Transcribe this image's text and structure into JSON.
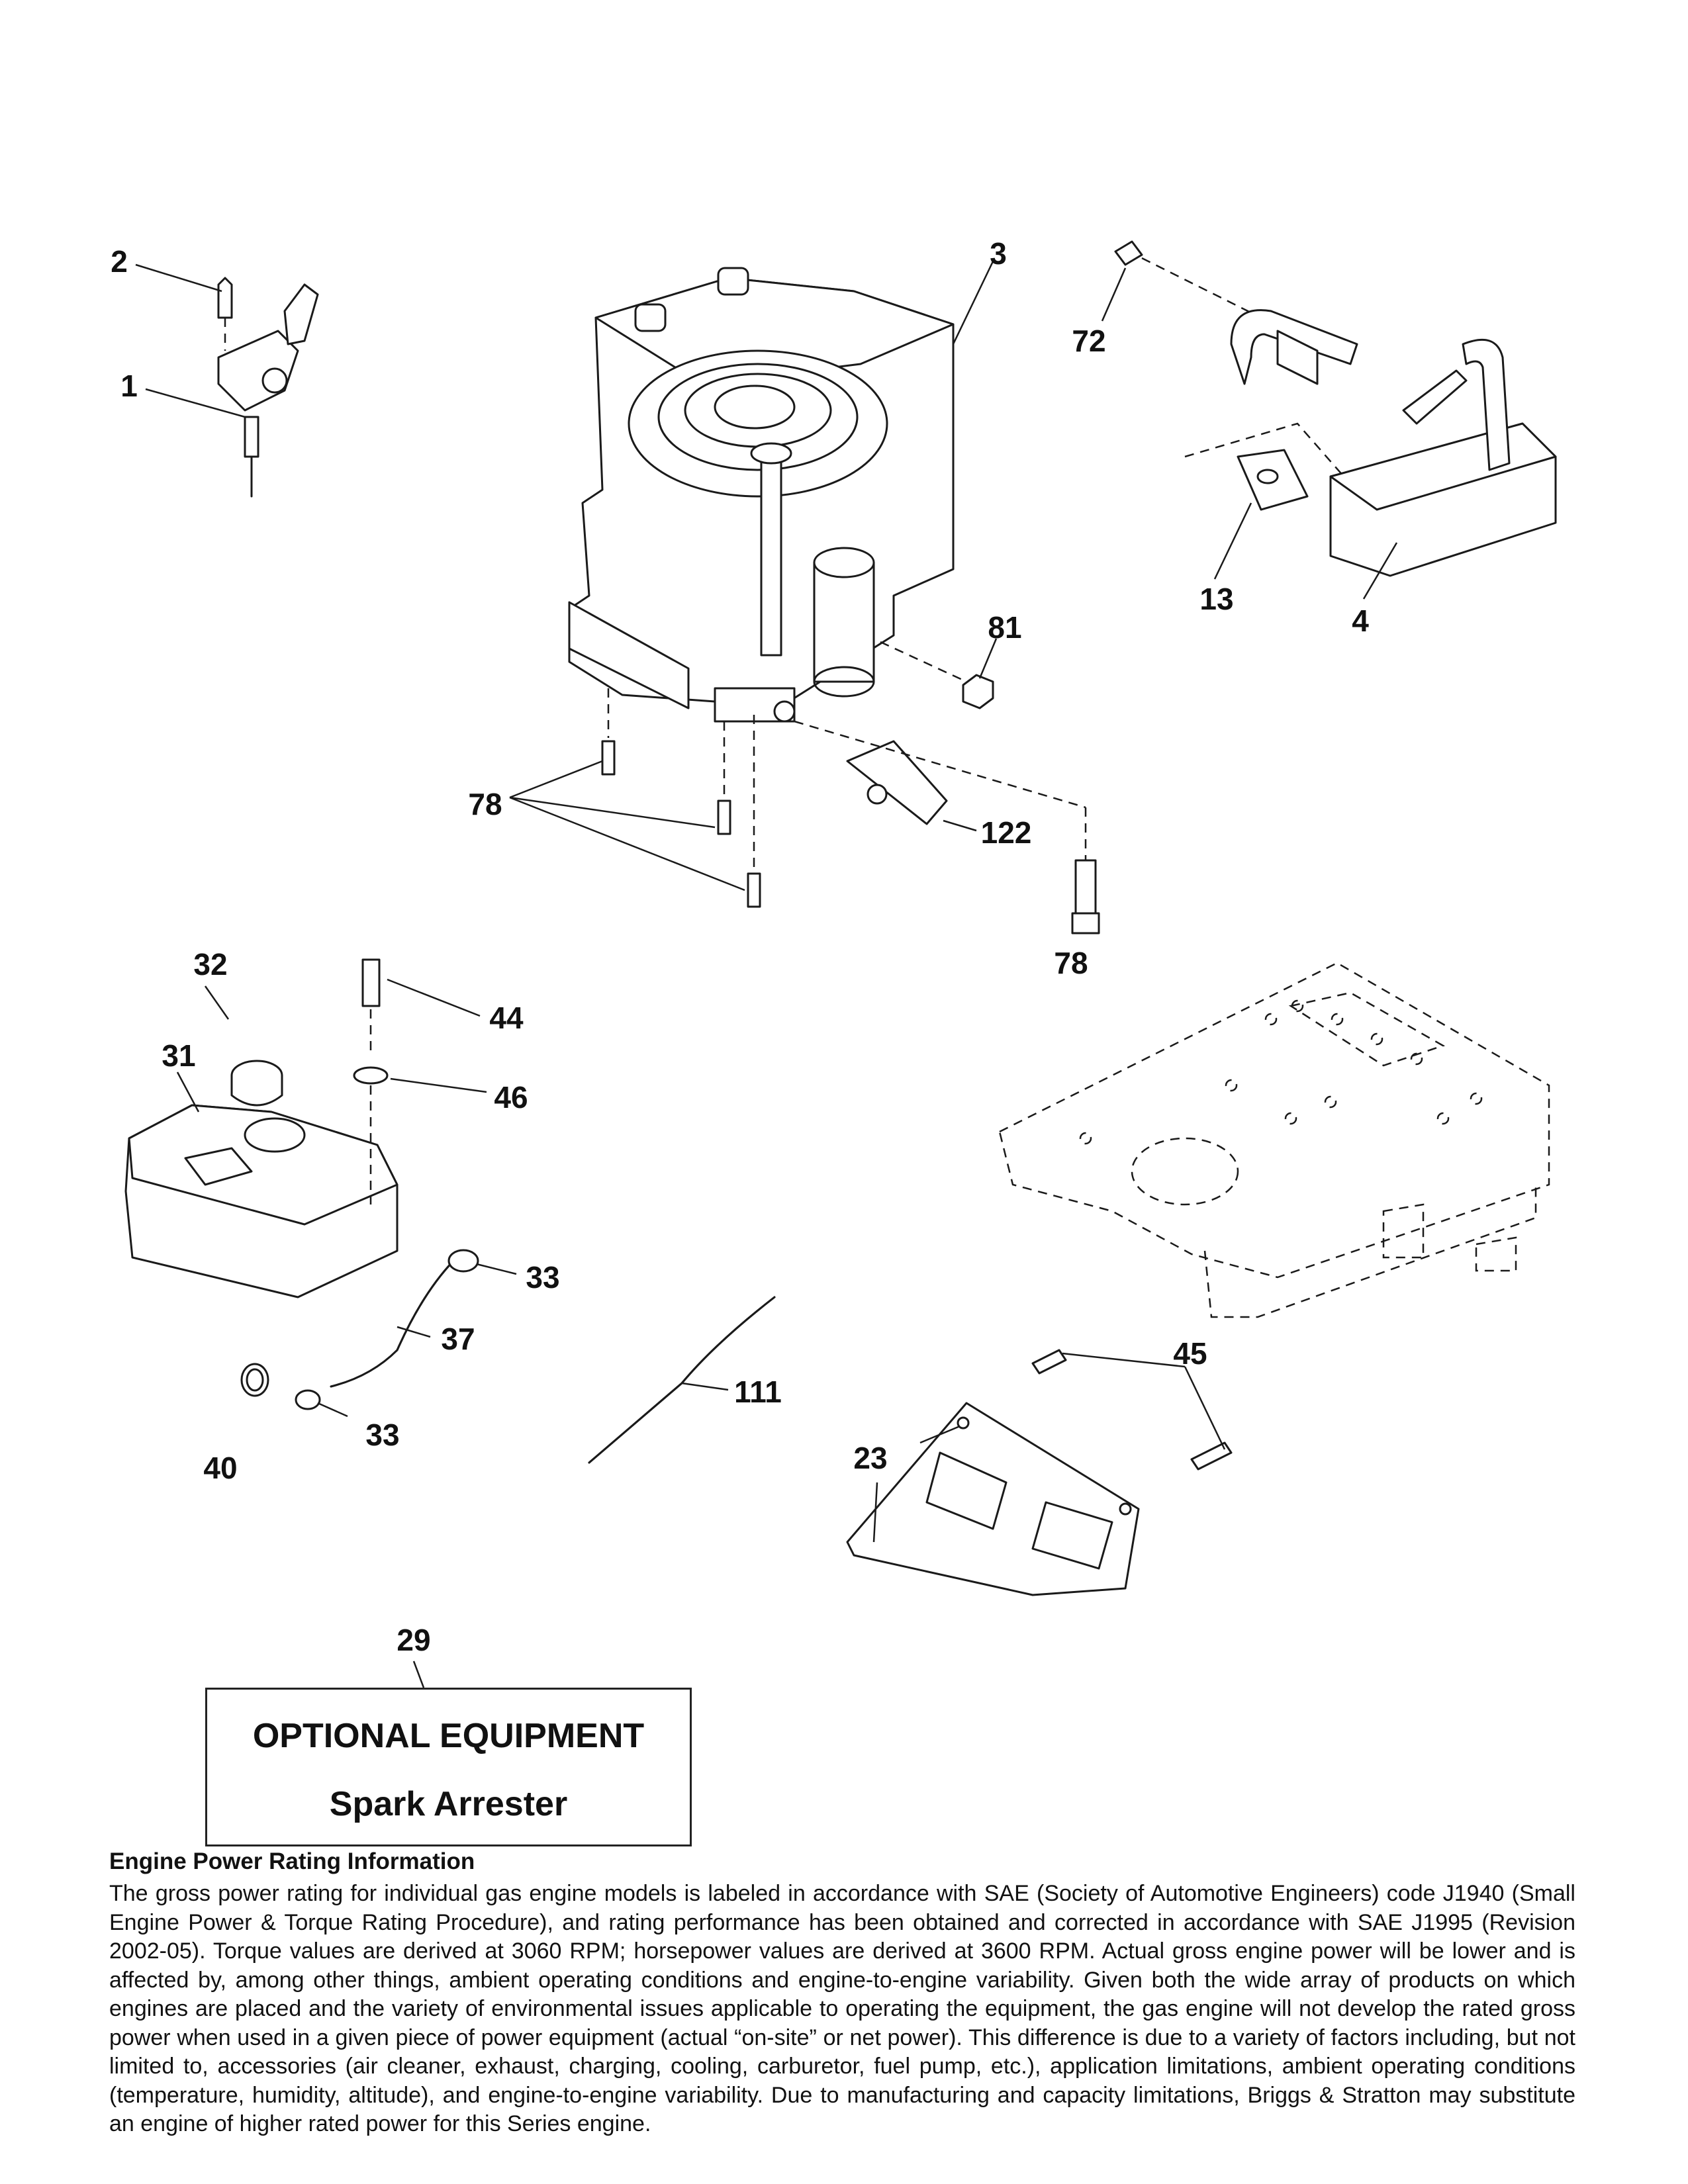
{
  "callouts": {
    "c1": "1",
    "c2": "2",
    "c3": "3",
    "c4": "4",
    "c13": "13",
    "c72": "72",
    "c81": "81",
    "c78a": "78",
    "c78b": "78",
    "c122": "122",
    "c32": "32",
    "c31": "31",
    "c44": "44",
    "c46": "46",
    "c33a": "33",
    "c37": "37",
    "c33b": "33",
    "c40": "40",
    "c111": "111",
    "c45": "45",
    "c23": "23",
    "c29": "29"
  },
  "optional_equipment": {
    "title": "OPTIONAL EQUIPMENT",
    "item": "Spark Arrester"
  },
  "rating_info": {
    "heading": "Engine Power Rating Information",
    "body": "The gross power rating for individual gas engine models is labeled in accordance with SAE (Society of Automotive Engineers) code J1940 (Small Engine Power & Torque Rating Procedure), and rating performance has been obtained and corrected in accordance with SAE J1995 (Revision 2002-05). Torque values are derived at 3060 RPM; horsepower values are derived at 3600 RPM. Actual gross engine power will be lower and is affected by, among other things, ambient operating conditions and engine-to-engine variability. Given both the wide array of products on which engines are placed and the variety of environmental issues applicable to operating the equipment, the gas engine will not develop the rated gross power when used in a given piece of power equipment (actual “on-site” or net power). This difference is due to a variety of factors including, but not limited to, accessories (air cleaner, exhaust, charging, cooling, carburetor, fuel pump, etc.), application limitations, ambient operating conditions (temperature, humidity, altitude), and engine-to-engine variability. Due to manufacturing and capacity limitations, Briggs & Stratton may substitute an engine of higher rated power for this Series engine."
  }
}
